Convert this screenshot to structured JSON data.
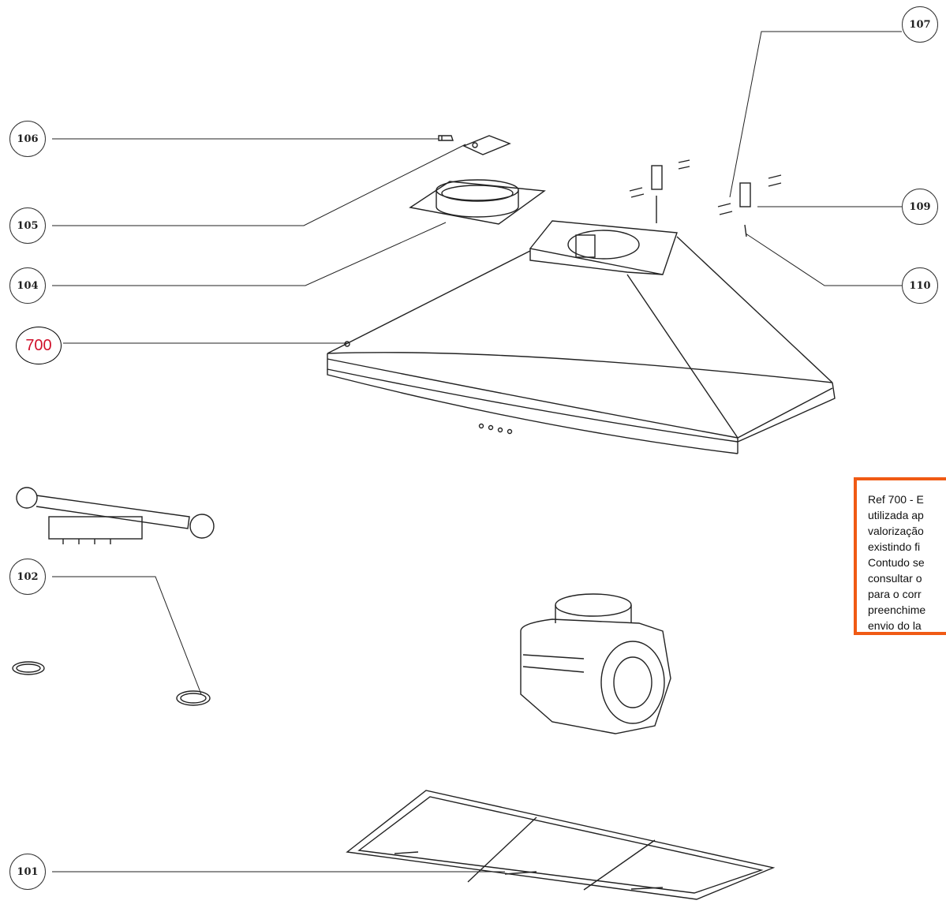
{
  "callouts": {
    "c107": "107",
    "c106": "106",
    "c109": "109",
    "c105": "105",
    "c104": "104",
    "c110": "110",
    "c700": "700",
    "c102": "102",
    "c101": "101"
  },
  "colors": {
    "callout_700_text": "#d0102a",
    "note_border": "#f05a14",
    "line": "#222222"
  },
  "note": {
    "lines": [
      "Ref 700 - E",
      "utilizada ap",
      "valorização",
      "existindo fi",
      "Contudo se",
      "consultar o",
      "para o corr",
      "preenchime",
      "envio do la"
    ]
  }
}
